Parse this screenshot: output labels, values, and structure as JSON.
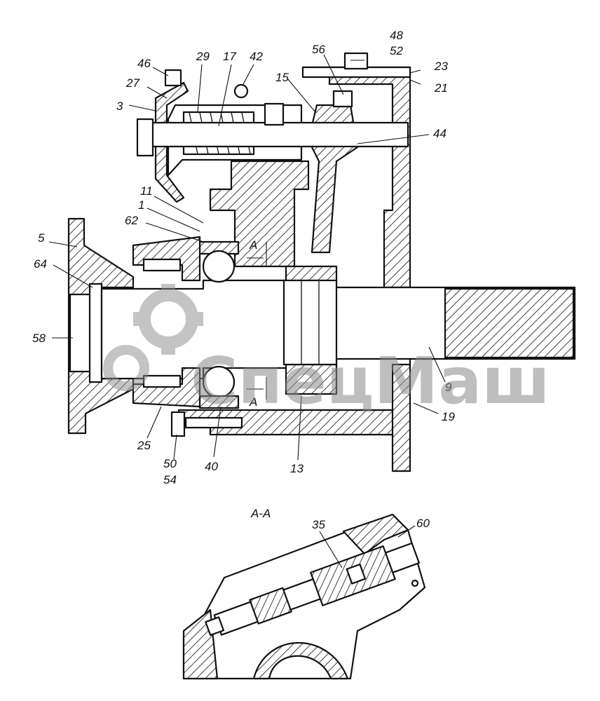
{
  "callouts": {
    "n48": "48",
    "n52": "52",
    "n56": "56",
    "n23": "23",
    "n21": "21",
    "n46": "46",
    "n29": "29",
    "n17": "17",
    "n42": "42",
    "n15": "15",
    "n27": "27",
    "n3": "3",
    "n44": "44",
    "n11": "11",
    "n1": "1",
    "n62": "62",
    "n5": "5",
    "n64": "64",
    "n58": "58",
    "n9": "9",
    "n19": "19",
    "n25": "25",
    "n40": "40",
    "n13": "13",
    "n50": "50",
    "n54": "54",
    "n35": "35",
    "n60": "60"
  },
  "section_marks": {
    "top": "А",
    "bottom": "А"
  },
  "section_title": "А-А",
  "watermark": {
    "text": "СпецМаш"
  },
  "colors": {
    "line": "#111111",
    "watermark": "#8a8a8a"
  }
}
